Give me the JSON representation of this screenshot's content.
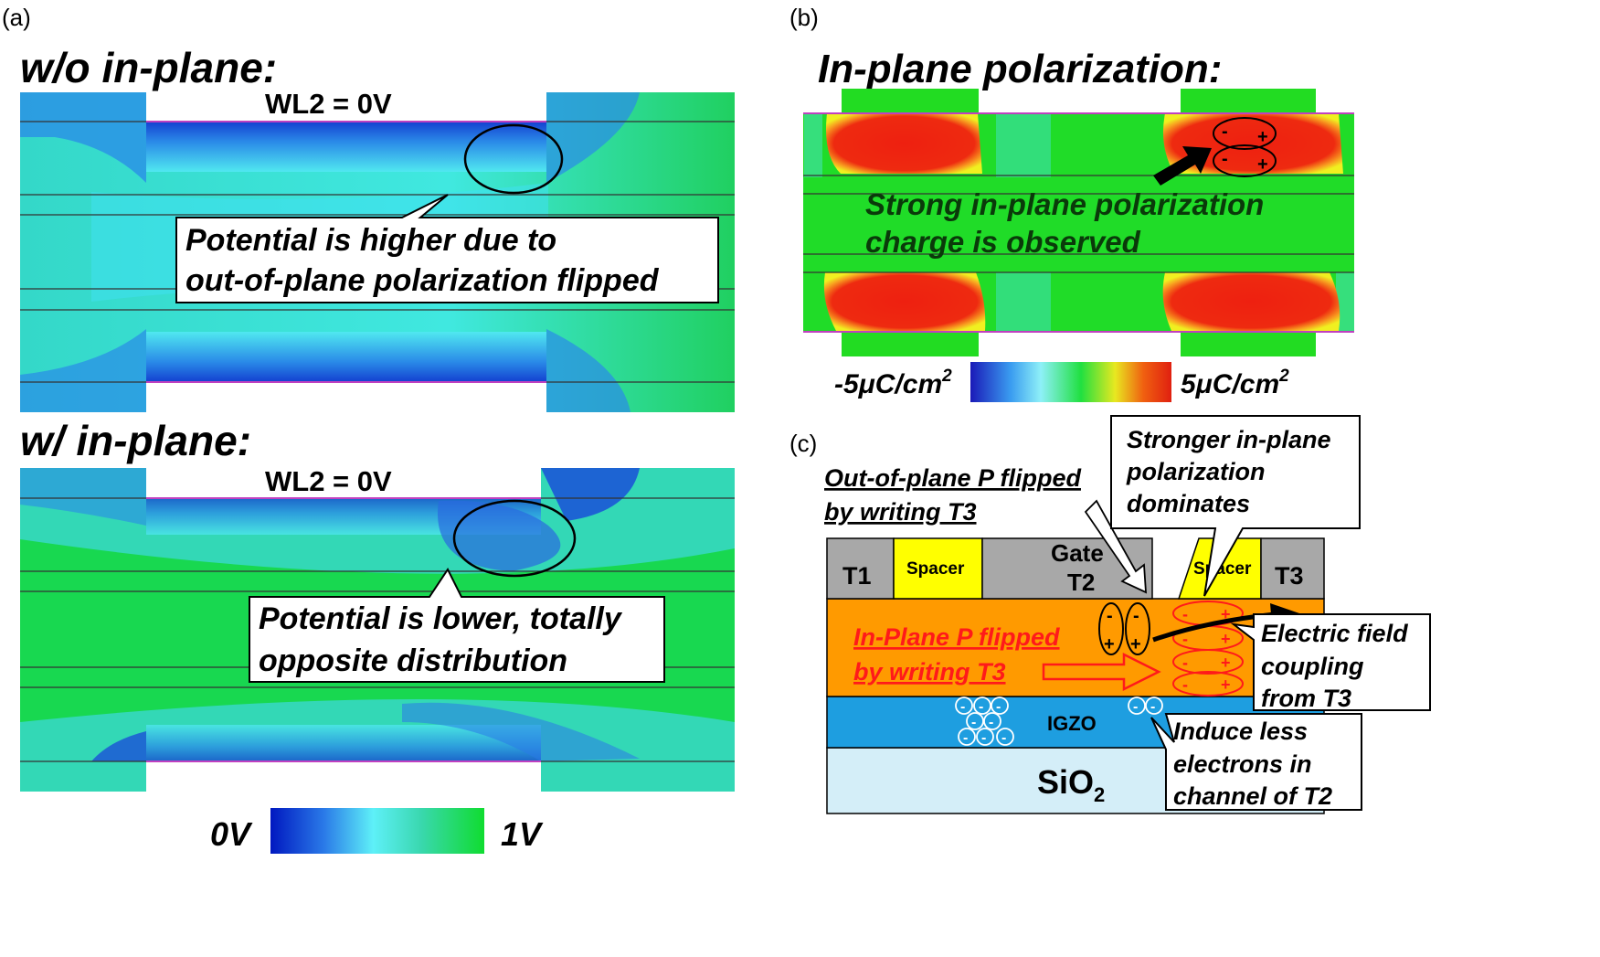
{
  "panel_labels": {
    "a": "(a)",
    "b": "(b)",
    "c": "(c)"
  },
  "panel_a": {
    "top": {
      "heading": "w/o in-plane:",
      "wl_label": "WL2 = 0V",
      "callout_line1": "Potential is higher due to",
      "callout_line2": "out-of-plane polarization flipped"
    },
    "bottom": {
      "heading": "w/ in-plane:",
      "wl_label": "WL2 = 0V",
      "callout_line1": "Potential is lower, totally",
      "callout_line2": "opposite distribution"
    },
    "colorbar": {
      "min_label": "0V",
      "max_label": "1V",
      "colors": [
        "#0018c0",
        "#2a7ae8",
        "#5ef0f8",
        "#3ad8b0",
        "#10dc30"
      ]
    }
  },
  "panel_b": {
    "heading": "In-plane polarization:",
    "annotation_line1": "Strong in-plane polarization",
    "annotation_line2": "charge is observed",
    "charge_minus": "-",
    "charge_plus": "+",
    "colorbar": {
      "min_label": "-5μC/cm",
      "max_label": "5μC/cm",
      "exponent": "2",
      "colors": [
        "#1a1ab8",
        "#3a9cf0",
        "#8ef0f8",
        "#20e040",
        "#e8e820",
        "#f06010",
        "#e02010"
      ]
    }
  },
  "panel_c": {
    "callout_stronger_line1": "Stronger in-plane",
    "callout_stronger_line2": "polarization",
    "callout_stronger_line3": "dominates",
    "oop_line1": "Out-of-plane P flipped",
    "oop_line2": "by writing T3",
    "t1": "T1",
    "spacer_left": "Spacer",
    "gate": "Gate",
    "t2": "T2",
    "spacer_right": "Spacer",
    "t3": "T3",
    "inplane_line1": "In-Plane P flipped",
    "inplane_line2": "by writing T3",
    "efield_line1": "Electric field",
    "efield_line2": "coupling",
    "efield_line3": "from T3",
    "igzo": "IGZO",
    "sio2": "SiO",
    "sio2_sub": "2",
    "induce_line1": "Induce less",
    "induce_line2": "electrons in",
    "induce_line3": "channel of T2",
    "minus": "-",
    "plus": "+",
    "colors": {
      "gate": "#a8a8a8",
      "spacer": "#ffff00",
      "ferro": "#ff9a00",
      "igzo": "#1e9ee0",
      "sio2": "#d4eef8",
      "red_text": "#ff1a1a"
    }
  }
}
